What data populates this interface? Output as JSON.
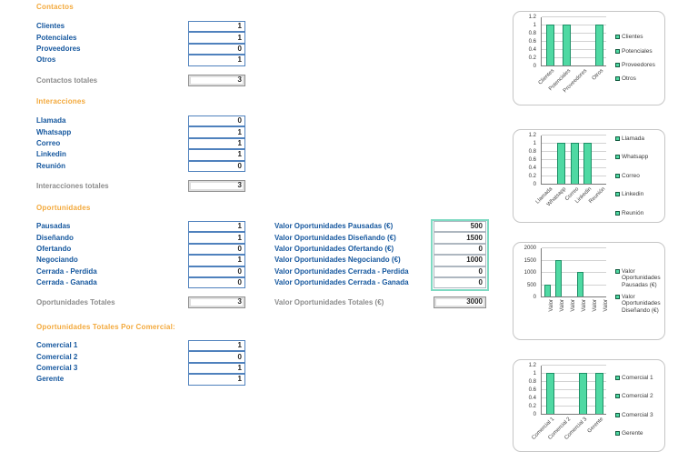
{
  "sections": {
    "contactos": {
      "title": "Contactos",
      "rows": [
        {
          "label": "Clientes",
          "value": "1"
        },
        {
          "label": "Potenciales",
          "value": "1"
        },
        {
          "label": "Proveedores",
          "value": "0"
        },
        {
          "label": "Otros",
          "value": "1"
        }
      ],
      "total_label": "Contactos totales",
      "total_value": "3"
    },
    "interacciones": {
      "title": "Interacciones",
      "rows": [
        {
          "label": "Llamada",
          "value": "0"
        },
        {
          "label": "Whatsapp",
          "value": "1"
        },
        {
          "label": "Correo",
          "value": "1"
        },
        {
          "label": "Linkedin",
          "value": "1"
        },
        {
          "label": "Reunión",
          "value": "0"
        }
      ],
      "total_label": "Interacciones totales",
      "total_value": "3"
    },
    "oportunidades": {
      "title": "Oportunidades",
      "rows": [
        {
          "label": "Pausadas",
          "value": "1"
        },
        {
          "label": "Diseñando",
          "value": "1"
        },
        {
          "label": "Ofertando",
          "value": "0"
        },
        {
          "label": "Negociando",
          "value": "1"
        },
        {
          "label": "Cerrada - Perdida",
          "value": "0"
        },
        {
          "label": "Cerrada - Ganada",
          "value": "0"
        }
      ],
      "total_label": "Oportunidades Totales",
      "total_value": "3"
    },
    "valores": {
      "rows": [
        {
          "label": "Valor Oportunidades Pausadas (€)",
          "value": "500"
        },
        {
          "label": "Valor Oportunidades Diseñando (€)",
          "value": "1500"
        },
        {
          "label": "Valor Oportunidades Ofertando (€)",
          "value": "0"
        },
        {
          "label": "Valor Oportunidades Negociando (€)",
          "value": "1000"
        },
        {
          "label": "Valor Oportunidades Cerrada - Perdida",
          "value": "0"
        },
        {
          "label": "Valor Oportunidades Cerrada - Ganada",
          "value": "0"
        }
      ],
      "total_label": "Valor Oportunidades Totales (€)",
      "total_value": "3000"
    },
    "comerciales": {
      "title": "Oportunidades Totales Por Comercial:",
      "rows": [
        {
          "label": "Comercial 1",
          "value": "1"
        },
        {
          "label": "Comercial 2",
          "value": "0"
        },
        {
          "label": "Comercial 3",
          "value": "1"
        },
        {
          "label": "Gerente",
          "value": "1"
        }
      ]
    }
  },
  "colors": {
    "section_header_orange": "#F3A93C",
    "label_blue": "#15579E",
    "total_gray": "#8C8C8C",
    "cell_border_blue": "#4F81BD",
    "selection_teal": "#7EDAC2",
    "bar_fill_green": "#4FD9A3",
    "bar_border_green": "#1E8F66",
    "chart_box_border": "#C6C6C6"
  },
  "chart_data": [
    {
      "type": "bar",
      "name": "contactos",
      "categories": [
        "Clientes",
        "Potenciales",
        "Proveedores",
        "Otros"
      ],
      "values": [
        1,
        1,
        0,
        1
      ],
      "ylim": [
        0,
        1.2
      ],
      "yticks": [
        0,
        0.2,
        0.4,
        0.6,
        0.8,
        1,
        1.2
      ],
      "yticklabels": [
        "0",
        "0.2",
        "0.4",
        "0.6",
        "0.8",
        "1",
        "1.2"
      ],
      "legend": [
        "Clientes",
        "Potenciales",
        "Proveedores",
        "Otros"
      ],
      "legend_position": "right",
      "grid": true,
      "x_rotation": 45,
      "title": "",
      "xlabel": "",
      "ylabel": ""
    },
    {
      "type": "bar",
      "name": "interacciones",
      "categories": [
        "Llamada",
        "Whatsapp",
        "Correo",
        "Linkedin",
        "Reunión"
      ],
      "values": [
        0,
        1,
        1,
        1,
        0
      ],
      "ylim": [
        0,
        1.2
      ],
      "yticks": [
        0,
        0.2,
        0.4,
        0.6,
        0.8,
        1,
        1.2
      ],
      "yticklabels": [
        "0",
        "0.2",
        "0.4",
        "0.6",
        "0.8",
        "1",
        "1.2"
      ],
      "legend": [
        "Llamada",
        "Whatsapp",
        "Correo",
        "Linkedin",
        "Reunión"
      ],
      "legend_position": "right",
      "grid": true,
      "x_rotation": 45,
      "title": "",
      "xlabel": "",
      "ylabel": ""
    },
    {
      "type": "bar",
      "name": "valores-oportunidades",
      "categories": [
        "Valor",
        "Valor",
        "Valor",
        "Valor",
        "Valor",
        "Valor"
      ],
      "values": [
        500,
        1500,
        0,
        1000,
        0,
        0
      ],
      "ylim": [
        0,
        2000
      ],
      "yticks": [
        0,
        500,
        1000,
        1500,
        2000
      ],
      "yticklabels": [
        "0",
        "500",
        "1000",
        "1500",
        "2000"
      ],
      "legend": [
        "Valor Oportunidades Pausadas (€)",
        "Valor Oportunidades Diseñando (€)"
      ],
      "legend_position": "right",
      "grid": true,
      "x_rotation": 90,
      "title": "",
      "xlabel": "",
      "ylabel": ""
    },
    {
      "type": "bar",
      "name": "comerciales",
      "categories": [
        "Comercial 1",
        "Comercial 2",
        "Comercial 3",
        "Gerente"
      ],
      "values": [
        1,
        0,
        1,
        1
      ],
      "ylim": [
        0,
        1.2
      ],
      "yticks": [
        0,
        0.2,
        0.4,
        0.6,
        0.8,
        1,
        1.2
      ],
      "yticklabels": [
        "0",
        "0.2",
        "0.4",
        "0.6",
        "0.8",
        "1",
        "1.2"
      ],
      "legend": [
        "Comercial 1",
        "Comercial 2",
        "Comercial 3",
        "Gerente"
      ],
      "legend_position": "right",
      "grid": true,
      "x_rotation": 45,
      "title": "",
      "xlabel": "",
      "ylabel": ""
    }
  ]
}
